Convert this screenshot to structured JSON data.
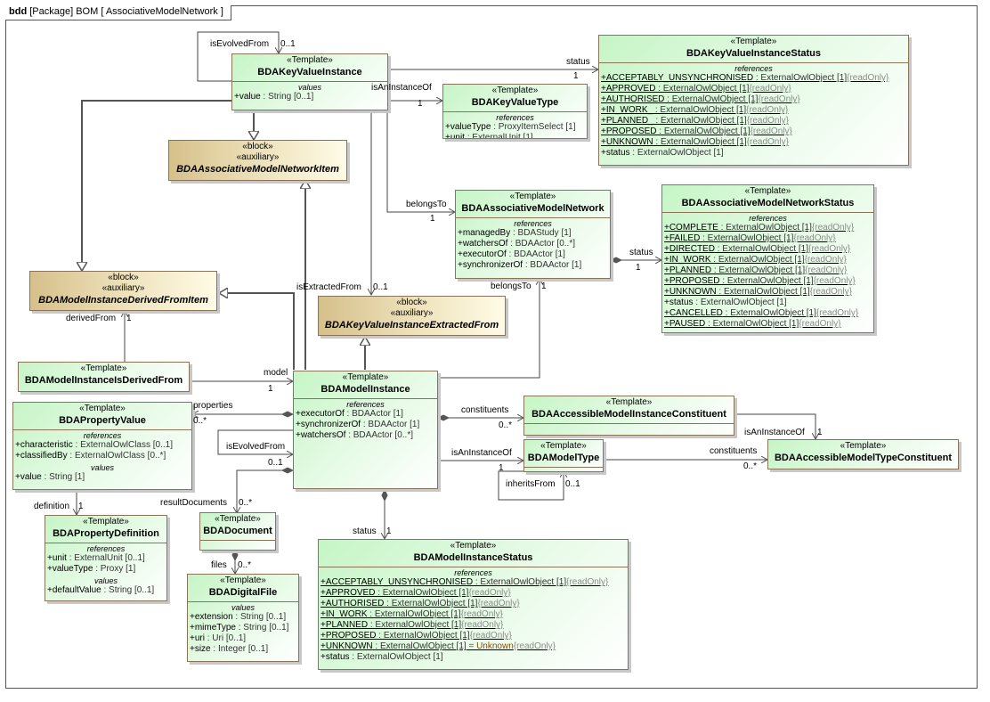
{
  "frame": {
    "kind": "bdd",
    "title": "[Package] BOM [ AssociativeModelNetwork ]"
  },
  "nodes": {
    "kvi": {
      "stereotypes": [
        "«Template»"
      ],
      "name": "BDAKeyValueInstance",
      "sections": [
        {
          "title": "values",
          "attrs": [
            {
              "name": "+value",
              "type": " : String [0..1]"
            }
          ]
        }
      ]
    },
    "kvis": {
      "stereotypes": [
        "«Template»"
      ],
      "name": "BDAKeyValueInstanceStatus",
      "sections": [
        {
          "title": "references",
          "attrs": [
            {
              "name": "+ACCEPTABLY_UNSYNCHRONISED",
              "type": " : ExternalOwlObject [1]",
              "ro": "{readOnly}",
              "static": true
            },
            {
              "name": "+APPROVED",
              "type": " : ExternalOwlObject [1]",
              "ro": "{readOnly}",
              "static": true
            },
            {
              "name": "+AUTHORISED",
              "type": " : ExternalOwlObject [1]",
              "ro": "{readOnly}",
              "static": true
            },
            {
              "name": "+IN_WORK_",
              "type": " : ExternalOwlObject [1]",
              "ro": "{readOnly}",
              "static": true
            },
            {
              "name": "+PLANNED_",
              "type": " : ExternalOwlObject [1]",
              "ro": "{readOnly}",
              "static": true
            },
            {
              "name": "+PROPOSED",
              "type": " : ExternalOwlObject [1]",
              "ro": "{readOnly}",
              "static": true
            },
            {
              "name": "+UNKNOWN",
              "type": " : ExternalOwlObject [1]",
              "ro": "{readOnly}",
              "static": true
            },
            {
              "name": "+status",
              "type": " : ExternalOwlObject [1]"
            }
          ]
        }
      ]
    },
    "kvt": {
      "stereotypes": [
        "«Template»"
      ],
      "name": "BDAKeyValueType",
      "sections": [
        {
          "title": "references",
          "attrs": [
            {
              "name": "+valueType",
              "type": " : ProxyItemSelect [1]"
            },
            {
              "name": "+unit",
              "type": " : ExternalUnit [1]"
            }
          ]
        }
      ]
    },
    "amni": {
      "stereotypes": [
        "«block»",
        "«auxiliary»"
      ],
      "name": "BDAAssociativeModelNetworkItem",
      "sections": []
    },
    "amn": {
      "stereotypes": [
        "«Template»"
      ],
      "name": "BDAAssociativeModelNetwork",
      "sections": [
        {
          "title": "references",
          "attrs": [
            {
              "name": "+managedBy",
              "type": " : BDAStudy [1]"
            },
            {
              "name": "+watchersOf",
              "type": " : BDAActor [0..*]"
            },
            {
              "name": "+executorOf",
              "type": " : BDAActor [1]"
            },
            {
              "name": "+synchronizerOf",
              "type": " : BDAActor [1]"
            }
          ]
        }
      ]
    },
    "amns": {
      "stereotypes": [
        "«Template»"
      ],
      "name": "BDAAssociativeModelNetworkStatus",
      "sections": [
        {
          "title": "references",
          "attrs": [
            {
              "name": "+COMPLETE",
              "type": " : ExternalOwlObject [1]",
              "ro": "{readOnly}",
              "static": true
            },
            {
              "name": "+FAILED",
              "type": " : ExternalOwlObject [1]",
              "ro": "{readOnly}",
              "static": true
            },
            {
              "name": "+DIRECTED",
              "type": " : ExternalOwlObject [1]",
              "ro": "{readOnly}",
              "static": true
            },
            {
              "name": "+IN_WORK",
              "type": " : ExternalOwlObject [1]",
              "ro": "{readOnly}",
              "static": true
            },
            {
              "name": "+PLANNED",
              "type": " : ExternalOwlObject [1]",
              "ro": "{readOnly}",
              "static": true
            },
            {
              "name": "+PROPOSED",
              "type": " : ExternalOwlObject [1]",
              "ro": "{readOnly}",
              "static": true
            },
            {
              "name": "+UNKNOWN",
              "type": " : ExternalOwlObject [1]",
              "ro": "{readOnly}",
              "static": true
            },
            {
              "name": "+status",
              "type": " : ExternalOwlObject [1]"
            },
            {
              "name": "+CANCELLED",
              "type": " : ExternalOwlObject [1]",
              "ro": "{readOnly}",
              "static": true
            },
            {
              "name": "+PAUSED",
              "type": " : ExternalOwlObject [1]",
              "ro": "{readOnly}",
              "static": true
            }
          ]
        }
      ]
    },
    "midfi": {
      "stereotypes": [
        "«block»",
        "«auxiliary»"
      ],
      "name": "BDAModelInstanceDerivedFromItem",
      "sections": []
    },
    "kvief": {
      "stereotypes": [
        "«block»",
        "«auxiliary»"
      ],
      "name": "BDAKeyValueInstanceExtractedFrom",
      "sections": []
    },
    "miidf": {
      "stereotypes": [
        "«Template»"
      ],
      "name": "BDAModelInstanceIsDerivedFrom",
      "sections": []
    },
    "mi": {
      "stereotypes": [
        "«Template»"
      ],
      "name": "BDAModelInstance",
      "sections": [
        {
          "title": "references",
          "attrs": [
            {
              "name": "+executorOf",
              "type": " : BDAActor [1]"
            },
            {
              "name": "+synchronizerOf",
              "type": " : BDAActor [1]"
            },
            {
              "name": "+watchersOf",
              "type": " : BDAActor [0..*]"
            }
          ]
        }
      ]
    },
    "pv": {
      "stereotypes": [
        "«Template»"
      ],
      "name": "BDAPropertyValue",
      "sections": [
        {
          "title": "references",
          "attrs": [
            {
              "name": "+characteristic",
              "type": " : ExternalOwlClass [0..1]"
            },
            {
              "name": "+classifiedBy",
              "type": " : ExternalOwlClass [0..*]"
            }
          ]
        },
        {
          "title": "values",
          "attrs": [
            {
              "name": "+value",
              "type": " : String [1]"
            }
          ]
        }
      ]
    },
    "amic": {
      "stereotypes": [
        "«Template»"
      ],
      "name": "BDAAccessibleModelInstanceConstituent",
      "sections": [],
      "empty": true
    },
    "mt": {
      "stereotypes": [
        "«Template»"
      ],
      "name": "BDAModelType",
      "sections": [],
      "empty": true
    },
    "amtc": {
      "stereotypes": [
        "«Template»"
      ],
      "name": "BDAAccessibleModelTypeConstituent",
      "sections": []
    },
    "pd": {
      "stereotypes": [
        "«Template»"
      ],
      "name": "BDAPropertyDefinition",
      "sections": [
        {
          "title": "references",
          "attrs": [
            {
              "name": "+unit",
              "type": " : ExternalUnit [0..1]"
            },
            {
              "name": "+valueType",
              "type": " : Proxy [1]"
            }
          ]
        },
        {
          "title": "values",
          "attrs": [
            {
              "name": "+defaultValue",
              "type": " : String [0..1]"
            }
          ]
        }
      ]
    },
    "doc": {
      "stereotypes": [
        "«Template»"
      ],
      "name": "BDADocument",
      "sections": [],
      "empty": true
    },
    "df": {
      "stereotypes": [
        "«Template»"
      ],
      "name": "BDADigitalFile",
      "sections": [
        {
          "title": "values",
          "attrs": [
            {
              "name": "+extension",
              "type": " : String [0..1]"
            },
            {
              "name": "+mimeType",
              "type": " : String [0..1]"
            },
            {
              "name": "+uri",
              "type": " : Uri [0..1]"
            },
            {
              "name": "+size",
              "type": " : Integer [0..1]"
            }
          ]
        }
      ]
    },
    "mis": {
      "stereotypes": [
        "«Template»"
      ],
      "name": "BDAModelInstanceStatus",
      "sections": [
        {
          "title": "references",
          "attrs": [
            {
              "name": "+ACCEPTABLY_UNSYNCHRONISED",
              "type": " : ExternalOwlObject [1]",
              "ro": "{readOnly}",
              "static": true
            },
            {
              "name": "+APPROVED",
              "type": " : ExternalOwlObject [1]",
              "ro": "{readOnly}",
              "static": true
            },
            {
              "name": "+AUTHORISED",
              "type": " : ExternalOwlObject [1]",
              "ro": "{readOnly}",
              "static": true
            },
            {
              "name": "+IN_WORK",
              "type": " : ExternalOwlObject [1]",
              "ro": "{readOnly}",
              "static": true
            },
            {
              "name": "+PLANNED",
              "type": " : ExternalOwlObject [1]",
              "ro": "{readOnly}",
              "static": true
            },
            {
              "name": "+PROPOSED",
              "type": " : ExternalOwlObject [1]",
              "ro": "{readOnly}",
              "static": true
            },
            {
              "name": "+UNKNOWN",
              "type": " : ExternalOwlObject [1]",
              "default": " = Unknown",
              "ro": "{readOnly}",
              "static": true
            },
            {
              "name": "+status",
              "type": " : ExternalOwlObject [1]"
            }
          ]
        }
      ]
    }
  },
  "labels": {
    "kvi_evolved_role": "isEvolvedFrom",
    "kvi_evolved_mult": "0..1",
    "kvi_status_role": "status",
    "kvi_status_mult": "1",
    "kvi_type_role": "isAnInstanceOf",
    "kvi_type_mult": "1",
    "kvi_net_role": "belongsTo",
    "kvi_net_mult": "1",
    "kvi_extract_role": "isExtractedFrom",
    "kvi_extract_mult": "0..1",
    "amn_status_role": "status",
    "amn_status_mult": "1",
    "mi_net_role": "belongsTo",
    "mi_net_mult": "1",
    "derived_role": "derivedFrom",
    "derived_mult": "1",
    "model_role": "model",
    "model_mult": "1",
    "props_role": "properties",
    "props_mult": "0..*",
    "mi_evolved_role": "isEvolvedFrom",
    "mi_evolved_mult": "0..1",
    "docs_role": "resultDocuments",
    "docs_mult": "0..*",
    "def_role": "definition",
    "def_mult": "1",
    "files_role": "files",
    "files_mult": "0..*",
    "mis_role": "status",
    "mis_mult": "1",
    "constit_role": "constituents",
    "constit_mult": "0..*",
    "mt_role": "isAnInstanceOf",
    "mt_mult": "1",
    "inherit_role": "inheritsFrom",
    "inherit_mult": "0..1",
    "mtc_role": "constituents",
    "mtc_mult": "0..*",
    "amic_role": "isAnInstanceOf",
    "amic_mult": "1"
  }
}
